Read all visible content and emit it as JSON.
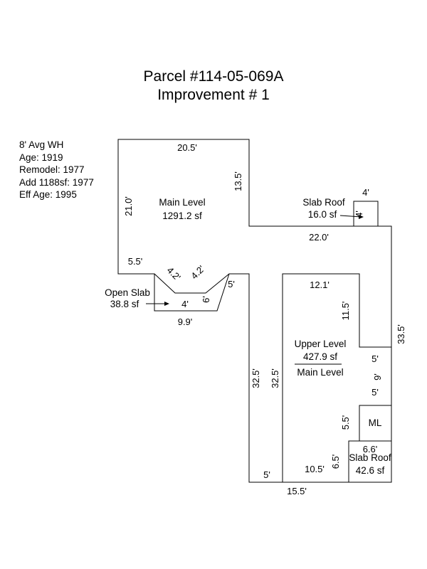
{
  "title": {
    "line1": "Parcel #114-05-069A",
    "line2": "Improvement # 1"
  },
  "info": [
    "8' Avg WH",
    "Age: 1919",
    "Remodel: 1977",
    "Add 1188sf: 1977",
    "Eff Age: 1995"
  ],
  "areas": {
    "main_level": {
      "name": "Main Level",
      "area": "1291.2 sf"
    },
    "slab_roof_small": {
      "name": "Slab Roof",
      "area": "16.0 sf"
    },
    "open_slab": {
      "name": "Open Slab",
      "area": "38.8 sf"
    },
    "upper_level": {
      "name": "Upper Level",
      "area": "427.9 sf",
      "below": "Main Level"
    },
    "ml": {
      "name": "ML"
    },
    "slab_roof_large": {
      "name": "Slab Roof",
      "area": "42.6 sf"
    }
  },
  "dimensions": {
    "main_top": "20.5'",
    "main_right": "13.5'",
    "main_left": "21.0'",
    "main_bottom_left": "5.5'",
    "notch_left": "4.2'",
    "notch_right": "4.2'",
    "notch_depth": "6'",
    "notch_bottom": "4'",
    "open_slab_width": "9.9'",
    "after_notch": "5'",
    "step_22": "22.0'",
    "slab_small_w": "4'",
    "slab_small_h": "4'",
    "right_side": "33.5'",
    "upper_top": "12.1'",
    "upper_right": "11.5'",
    "inner_left": "32.5'",
    "outer_left": "32.5'",
    "step_5a": "5'",
    "step_9": "9'",
    "step_5b": "5'",
    "step_55": "5.5'",
    "ml_bottom": "6.6'",
    "slab_left": "6.5'",
    "bottom_105": "10.5'",
    "bottom_5": "5'",
    "bottom_155": "15.5'"
  }
}
